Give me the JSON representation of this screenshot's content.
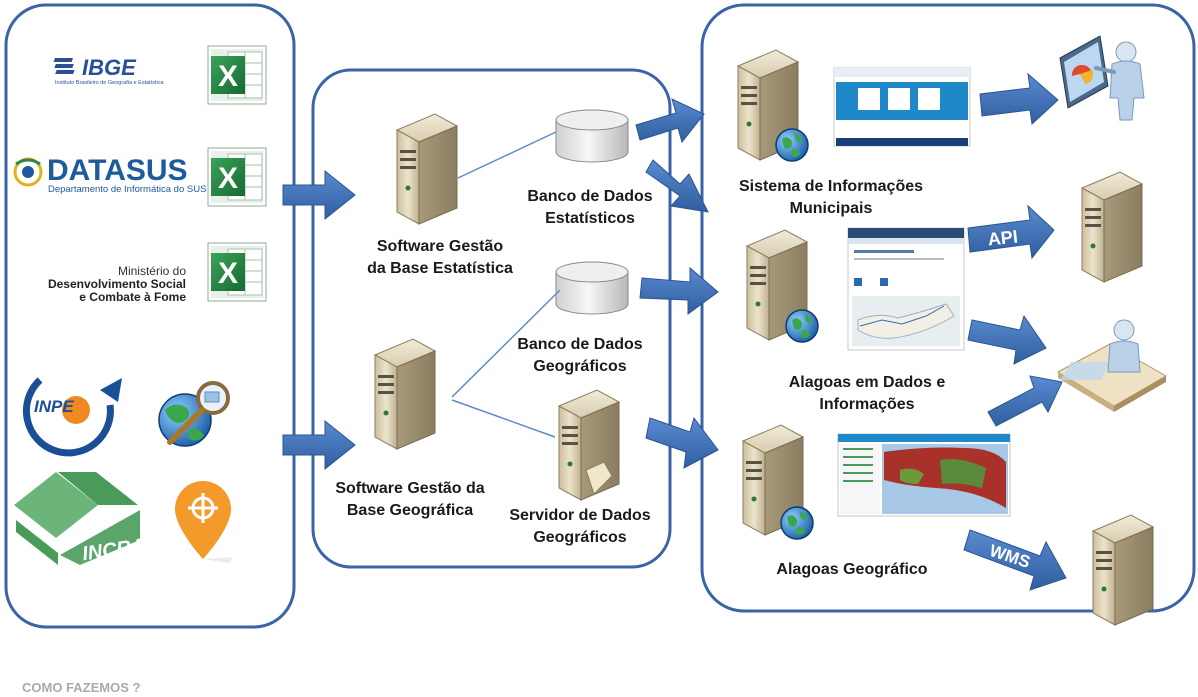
{
  "sources": {
    "ibge": {
      "name": "IBGE",
      "subtitle": "Instituto Brasileiro de Geografia e Estatística"
    },
    "datasus": {
      "name": "DATASUS",
      "subtitle": "Departamento de Informática do SUS"
    },
    "mds": {
      "line1": "Ministério do",
      "line2": "Desenvolvimento Social",
      "line3": "e Combate à Fome"
    },
    "inpe": {
      "name": "INPE"
    },
    "incra": {
      "name": "INCRA"
    },
    "excel_icon": "excel-spreadsheet-icon"
  },
  "processing": {
    "software_estatistica": {
      "line1": "Software Gestão",
      "line2": "da Base Estatística"
    },
    "banco_estatisticos": {
      "line1": "Banco de Dados",
      "line2": "Estatísticos"
    },
    "software_geografica": {
      "line1": "Software Gestão da",
      "line2": "Base Geográfica"
    },
    "banco_geograficos": {
      "line1": "Banco de Dados",
      "line2": "Geográficos"
    },
    "servidor_geograficos": {
      "line1": "Servidor de Dados",
      "line2": "Geográficos"
    }
  },
  "outputs": {
    "sim": {
      "line1": "Sistema de Informações",
      "line2": "Municipais"
    },
    "alagoas_dados": {
      "line1": "Alagoas em Dados e",
      "line2": "Informações"
    },
    "alagoas_geo": {
      "label": "Alagoas Geográfico"
    }
  },
  "consumers": {
    "api_label": "API",
    "wms_label": "WMS"
  },
  "footer": "COMO FAZEMOS ?",
  "colors": {
    "panel_border": "#3a64a8",
    "arrow_fill": "#3e6fb0",
    "arrow_stroke": "#2c5590",
    "server_body": "#d9ccae",
    "ibge_blue": "#2a4f9a",
    "datasus_blue": "#1d5b9a",
    "excel_green": "#1e7a3c",
    "incra_green": "#5aa66a",
    "pin_orange": "#f39a2a"
  }
}
